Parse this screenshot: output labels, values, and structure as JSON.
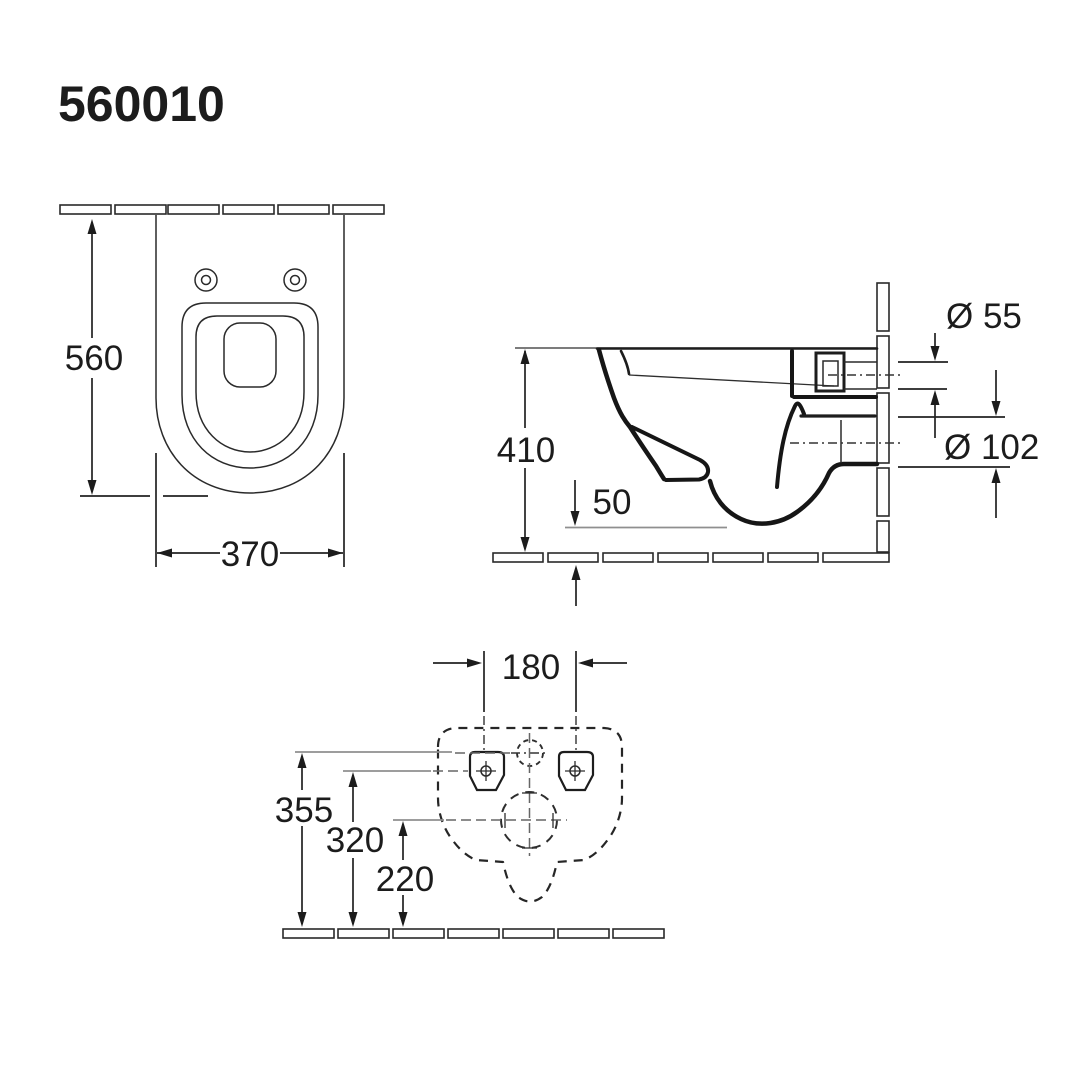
{
  "title": "560010",
  "colors": {
    "line": "#1c1c1c",
    "gray_extension": "#8f8f8f",
    "background": "#ffffff"
  },
  "top_view": {
    "depth": "560",
    "width": "370"
  },
  "side_view": {
    "height": "410",
    "rim_drop": "50",
    "inlet_diameter": "Ø 55",
    "outlet_diameter": "Ø 102"
  },
  "rear_view": {
    "bolt_spacing": "180",
    "inlet_height": "355",
    "bolt_height": "320",
    "outlet_height": "220"
  }
}
